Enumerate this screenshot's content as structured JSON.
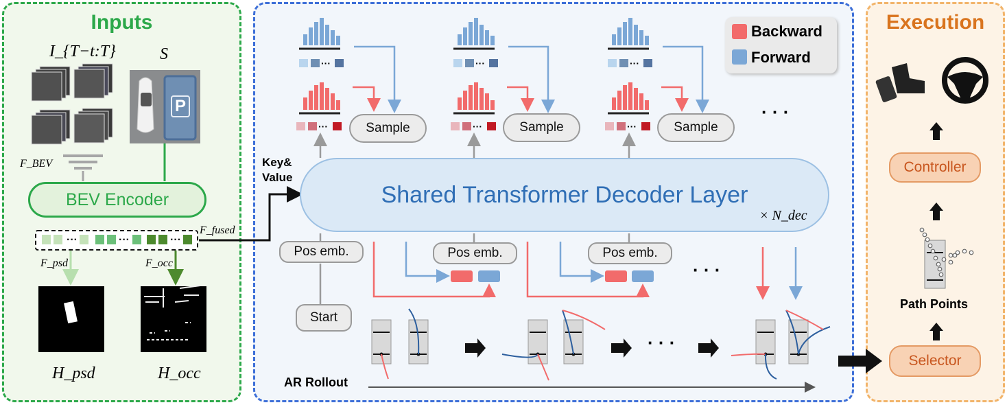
{
  "inputs": {
    "title": "Inputs",
    "image_seq_label": "I_{T−t:T}",
    "slot_label": "S",
    "parking_glyph": "P",
    "fbev_label": "F_BEV",
    "encoder_label": "BEV Encoder",
    "ffused_label": "F_fused",
    "fpsd_label": "F_psd",
    "focc_label": "F_occ",
    "hpsd_label": "H_psd",
    "hocc_label": "H_occ"
  },
  "main": {
    "key_value_label": "Key&\nValue",
    "decoder_label": "Shared Transformer Decoder Layer",
    "ndec_label": "× N_dec",
    "sample_label": "Sample",
    "pos_emb_label": "Pos emb.",
    "start_label": "Start",
    "ar_rollout_label": "AR Rollout",
    "ellipsis": "· · ·"
  },
  "legend": {
    "items": [
      {
        "label": "Backward",
        "color": "#f26b6b"
      },
      {
        "label": "Forward",
        "color": "#7ba7d6"
      }
    ]
  },
  "execution": {
    "title": "Execution",
    "controller_label": "Controller",
    "path_points_label": "Path Points",
    "selector_label": "Selector"
  },
  "colors": {
    "inputs_border": "#2ca84a",
    "main_border": "#3d6fd8",
    "exec_border": "#f2b46a",
    "backward": "#f26b6b",
    "forward": "#7ba7d6",
    "decoder_fill": "#dbe9f6",
    "decoder_text": "#2f6eb5"
  }
}
